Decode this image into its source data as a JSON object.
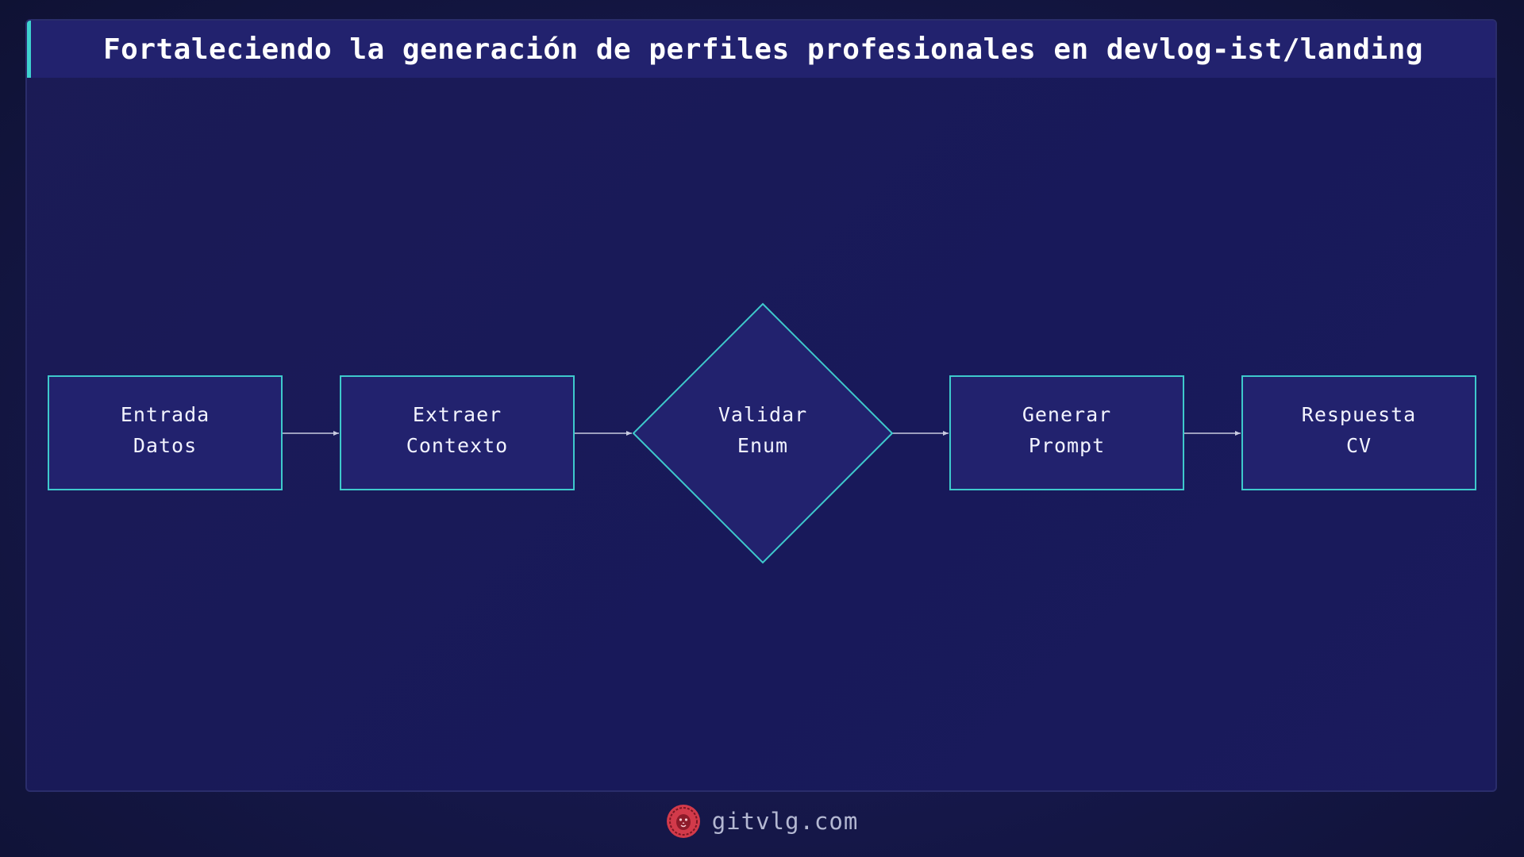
{
  "header": {
    "title": "Fortaleciendo la generación de perfiles profesionales en devlog-ist/landing"
  },
  "diagram": {
    "nodes": [
      {
        "id": "entrada",
        "shape": "rect",
        "lines": [
          "Entrada",
          "Datos"
        ]
      },
      {
        "id": "extraer",
        "shape": "rect",
        "lines": [
          "Extraer",
          "Contexto"
        ]
      },
      {
        "id": "validar",
        "shape": "diamond",
        "lines": [
          "Validar",
          "Enum"
        ]
      },
      {
        "id": "generar",
        "shape": "rect",
        "lines": [
          "Generar",
          "Prompt"
        ]
      },
      {
        "id": "respuesta",
        "shape": "rect",
        "lines": [
          "Respuesta",
          "CV"
        ]
      }
    ],
    "edges": [
      {
        "from": "entrada",
        "to": "extraer"
      },
      {
        "from": "extraer",
        "to": "validar"
      },
      {
        "from": "validar",
        "to": "generar"
      },
      {
        "from": "generar",
        "to": "respuesta"
      }
    ]
  },
  "footer": {
    "site": "gitvlg.com",
    "logo_icon": "lion-logo-icon"
  },
  "colors": {
    "node_fill": "#22226e",
    "node_stroke": "#3ec9cc",
    "edge": "#c8cbe0",
    "accent": "#3ed2cf",
    "logo": "#d23a4a"
  }
}
